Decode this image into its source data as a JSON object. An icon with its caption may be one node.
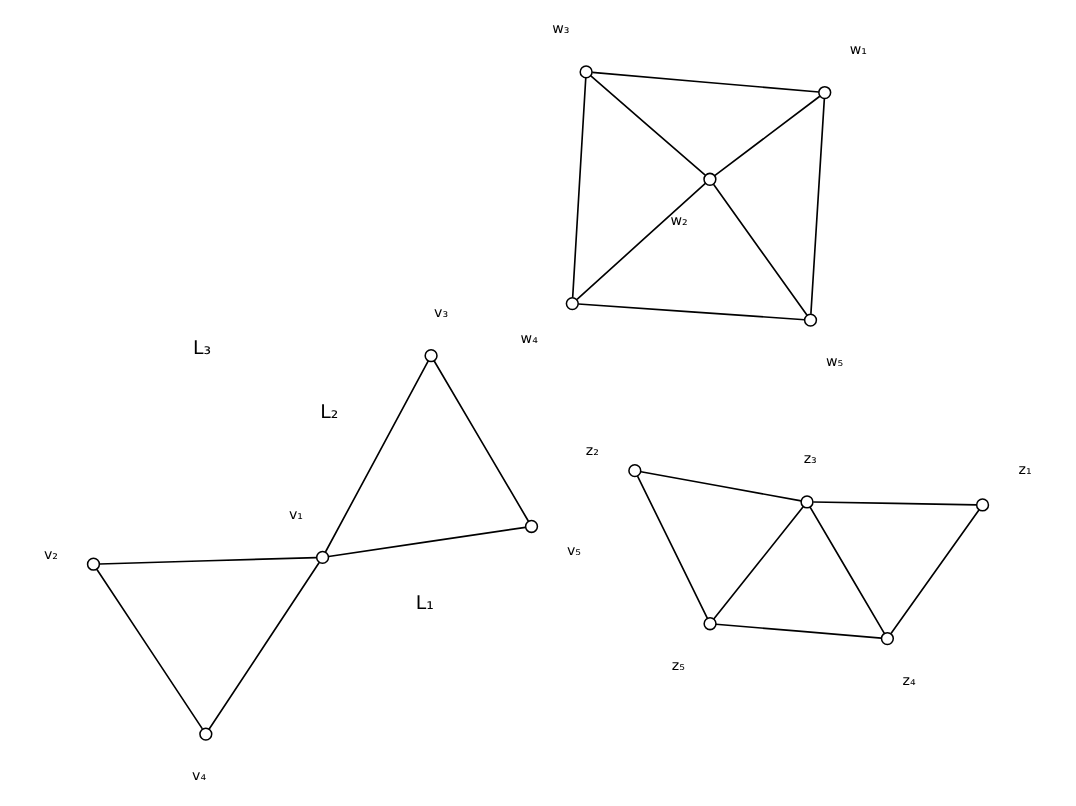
{
  "diagram": {
    "nodes": [
      {
        "text": [],
        "shape": "circle",
        "beside": [
          "v₁"
        ]
      },
      {
        "text": [],
        "shape": "circle",
        "beside": [
          "v₂"
        ]
      },
      {
        "text": [],
        "shape": "circle",
        "beside": [
          "v₃"
        ]
      },
      {
        "text": [],
        "shape": "circle",
        "beside": [
          "v₄"
        ]
      },
      {
        "text": [],
        "shape": "circle",
        "beside": [
          "v₅"
        ]
      },
      {
        "text": [],
        "shape": "circle",
        "beside": [
          "w₁"
        ]
      },
      {
        "text": [],
        "shape": "circle",
        "beside": [
          "w₂"
        ]
      },
      {
        "text": [],
        "shape": "circle",
        "beside": [
          "w₃"
        ]
      },
      {
        "text": [],
        "shape": "circle",
        "beside": [
          "w₄"
        ]
      },
      {
        "text": [],
        "shape": "circle",
        "beside": [
          "w₅"
        ]
      },
      {
        "text": [],
        "shape": "circle",
        "beside": [
          "z₁"
        ]
      },
      {
        "text": [],
        "shape": "circle",
        "beside": [
          "z₂"
        ]
      },
      {
        "text": [],
        "shape": "circle",
        "beside": [
          "z₃"
        ]
      },
      {
        "text": [],
        "shape": "circle",
        "beside": [
          "z₄"
        ]
      },
      {
        "text": [],
        "shape": "circle",
        "beside": [
          "z₅"
        ]
      }
    ],
    "edges": [
      {
        "from": 1,
        "to": 0,
        "arrow": "none"
      },
      {
        "from": 1,
        "to": 3,
        "arrow": "none"
      },
      {
        "from": 3,
        "to": 0,
        "arrow": "none"
      },
      {
        "from": 0,
        "to": 2,
        "arrow": "none"
      },
      {
        "from": 0,
        "to": 4,
        "arrow": "none"
      },
      {
        "from": 2,
        "to": 4,
        "arrow": "none"
      },
      {
        "from": 5,
        "to": 6,
        "arrow": "none"
      },
      {
        "from": 5,
        "to": 7,
        "arrow": "none"
      },
      {
        "from": 5,
        "to": 9,
        "arrow": "none"
      },
      {
        "from": 6,
        "to": 7,
        "arrow": "none"
      },
      {
        "from": 6,
        "to": 9,
        "arrow": "none"
      },
      {
        "from": 6,
        "to": 8,
        "arrow": "none"
      },
      {
        "from": 9,
        "to": 8,
        "arrow": "none"
      },
      {
        "from": 8,
        "to": 7,
        "arrow": "none"
      },
      {
        "from": 14,
        "to": 11,
        "arrow": "none"
      },
      {
        "from": 14,
        "to": 13,
        "arrow": "none"
      },
      {
        "from": 14,
        "to": 12,
        "arrow": "none"
      },
      {
        "from": 11,
        "to": 12,
        "arrow": "none"
      },
      {
        "from": 13,
        "to": 12,
        "arrow": "none"
      },
      {
        "from": 13,
        "to": 10,
        "arrow": "none"
      },
      {
        "from": 12,
        "to": 10,
        "arrow": "none"
      }
    ],
    "labels": [
      "L₁",
      "L₂",
      "L₃"
    ]
  }
}
